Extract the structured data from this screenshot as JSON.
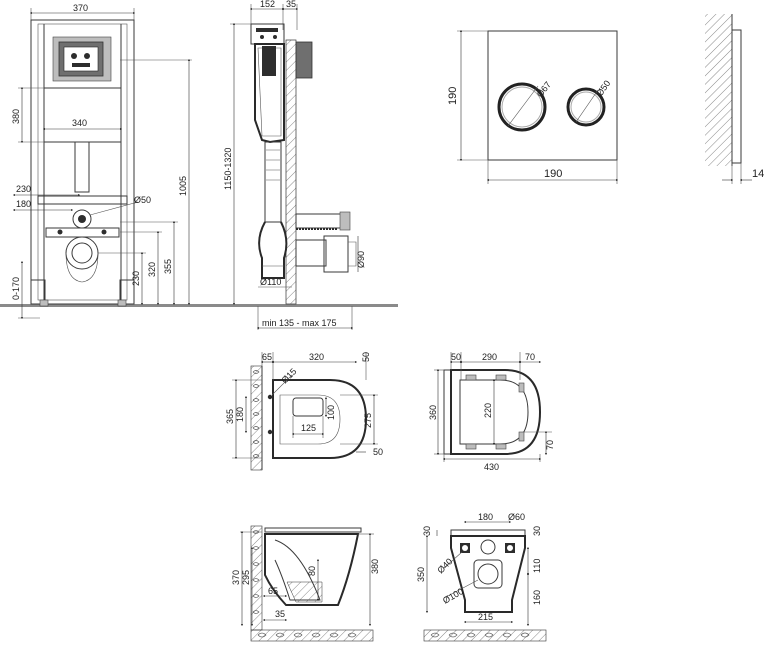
{
  "frame_front": {
    "width": "370",
    "cistern_height": "380",
    "cistern_width": "340",
    "dim_230": "230",
    "dim_180": "180",
    "inlet_diam": "Ø50",
    "height_1005": "1005",
    "height_355": "355",
    "height_320": "320",
    "height_230b": "230",
    "leg_adjust": "0-170"
  },
  "frame_side": {
    "depth_152": "152",
    "depth_35": "35",
    "height_range": "1150-1320",
    "drain_diam": "Ø110",
    "pipe_diam": "Ø90",
    "wall_range": "min 135 - max 175"
  },
  "flush_plate": {
    "size_vertical": "190",
    "size_horizontal": "190",
    "button_large": "Ø67",
    "button_small": "Ø50",
    "thickness": "14"
  },
  "bowl_top": {
    "dim_65": "65",
    "dim_320": "320",
    "dim_50a": "50",
    "dim_15": "Ø15",
    "dim_365": "365",
    "dim_180": "180",
    "dim_100": "100",
    "dim_275": "275",
    "dim_125": "125",
    "dim_50b": "50"
  },
  "seat_top": {
    "dim_50": "50",
    "dim_290": "290",
    "dim_70": "70",
    "dim_360": "360",
    "dim_220": "220",
    "dim_70b": "70",
    "dim_430": "430"
  },
  "bowl_side": {
    "dim_370": "370",
    "dim_295": "295",
    "dim_80": "80",
    "dim_380": "380",
    "dim_65": "65",
    "dim_35": "35"
  },
  "bowl_back": {
    "dim_30a": "30",
    "dim_180": "180",
    "dim_60": "Ø60",
    "dim_30b": "30",
    "dim_40": "Ø40",
    "dim_350": "350",
    "dim_110": "110",
    "dim_100": "Ø100",
    "dim_160": "160",
    "dim_215": "215"
  }
}
